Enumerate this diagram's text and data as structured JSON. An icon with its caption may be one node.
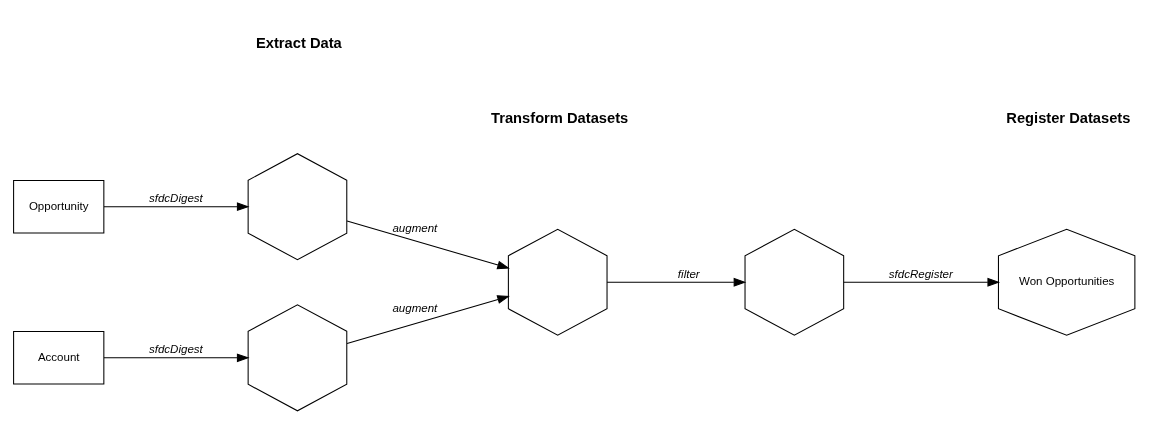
{
  "diagram": {
    "nodes": [
      {
        "text": [
          "Opportunity"
        ]
      },
      {
        "text": [],
        "shape": "hexagon"
      },
      {
        "text": [
          "Account"
        ]
      },
      {
        "text": [],
        "shape": "hexagon"
      },
      {
        "text": [],
        "shape": "hexagon"
      },
      {
        "text": [],
        "shape": "hexagon"
      },
      {
        "text": [
          "Won Opportunities"
        ]
      }
    ],
    "edges": [
      {
        "from": 0,
        "to": 1,
        "arrow": "to",
        "label": "sfdcDigest"
      },
      {
        "from": 2,
        "to": 3,
        "arrow": "to",
        "label": "sfdcDigest"
      },
      {
        "from": 1,
        "to": 4,
        "arrow": "to",
        "label": "augment"
      },
      {
        "from": 3,
        "to": 4,
        "arrow": "to",
        "label": "augment"
      },
      {
        "from": 4,
        "to": 5,
        "arrow": "to",
        "label": "filter"
      },
      {
        "from": 5,
        "to": 6,
        "arrow": "to",
        "label": "sfdcRegister"
      }
    ],
    "labels": [
      "Extract Data",
      "Transform Datasets",
      "Register Datasets"
    ]
  }
}
